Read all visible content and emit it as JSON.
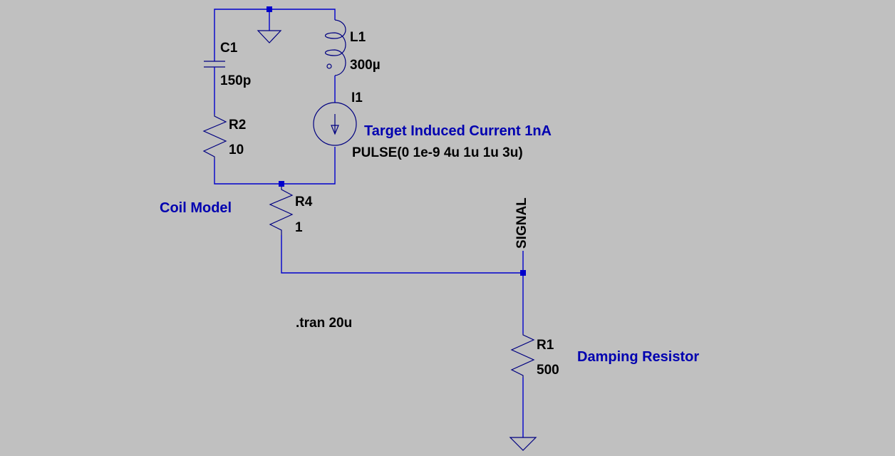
{
  "schematic": {
    "components": {
      "C1": {
        "ref": "C1",
        "value": "150p",
        "type": "capacitor"
      },
      "L1": {
        "ref": "L1",
        "value": "300µ",
        "type": "inductor"
      },
      "R2": {
        "ref": "R2",
        "value": "10",
        "type": "resistor"
      },
      "I1": {
        "ref": "I1",
        "value": "PULSE(0 1e-9 4u 1u 1u 3u)",
        "type": "current-source"
      },
      "R4": {
        "ref": "R4",
        "value": "1",
        "type": "resistor"
      },
      "R1": {
        "ref": "R1",
        "value": "500",
        "type": "resistor"
      }
    },
    "comments": {
      "target": "Target Induced Current 1nA",
      "coil": "Coil Model",
      "damping": "Damping Resistor"
    },
    "net_labels": {
      "signal": "SIGNAL"
    },
    "directives": {
      "tran": ".tran 20u"
    },
    "colors": {
      "background": "#c0c0c0",
      "wire": "#0000cc",
      "comment": "#0000b0"
    }
  }
}
